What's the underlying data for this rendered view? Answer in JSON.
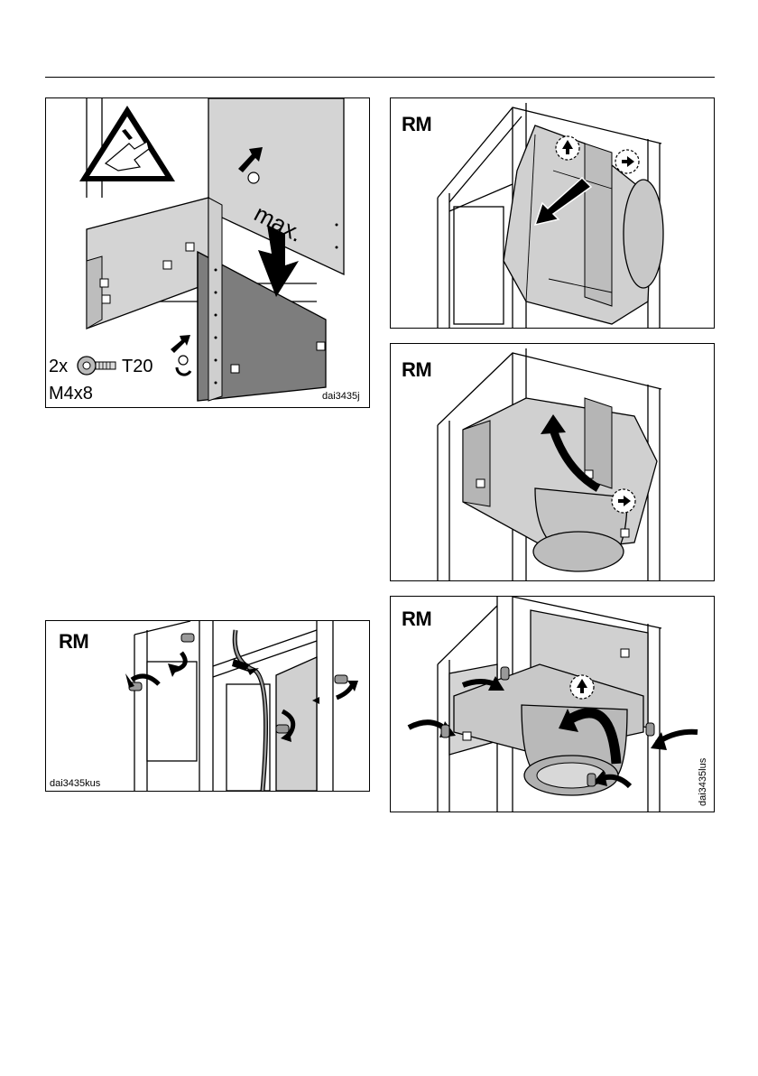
{
  "panel_a": {
    "label_max": "max.",
    "screw_qty": "2x",
    "screw_drive": "T20",
    "screw_size": "M4x8",
    "code": "dai3435j",
    "warning_icon": "hand-crush-warning-icon"
  },
  "panel_b": {
    "label": "RM",
    "code": "dai3435kus"
  },
  "panel_c": {
    "label": "RM"
  },
  "panel_d": {
    "label": "RM"
  },
  "panel_e": {
    "label": "RM",
    "code": "dai3435lus"
  }
}
